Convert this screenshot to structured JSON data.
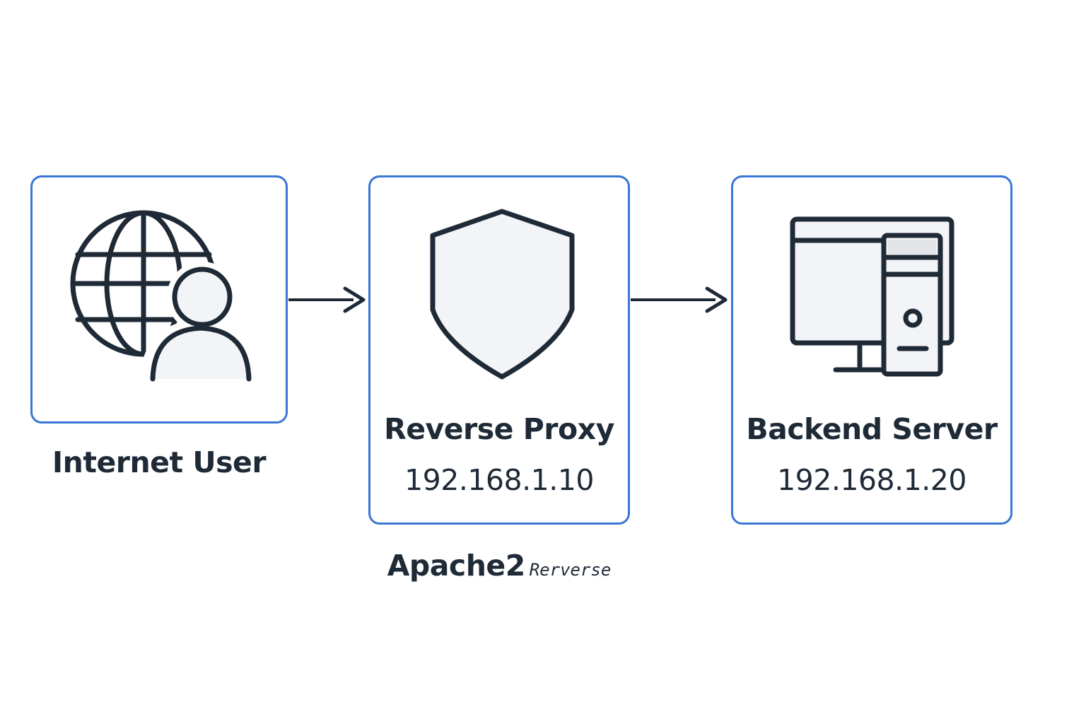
{
  "diagram": {
    "nodes": [
      {
        "id": "internet-user",
        "title": "Internet User",
        "icon": "globe-user-icon"
      },
      {
        "id": "reverse-proxy",
        "title": "Reverse Proxy",
        "ip": "192.168.1.10",
        "icon": "shield-icon"
      },
      {
        "id": "backend-server",
        "title": "Backend Server",
        "ip": "192.168.1.20",
        "icon": "desktop-server-icon"
      }
    ],
    "edges": [
      {
        "from": "internet-user",
        "to": "reverse-proxy"
      },
      {
        "from": "reverse-proxy",
        "to": "backend-server"
      }
    ],
    "footnote": {
      "main": "Apache2",
      "small": "Rerverse"
    }
  },
  "colors": {
    "box_border": "#3a76d6",
    "line": "#1f2a37",
    "icon_fill": "#f3f4f8",
    "icon_accent": "#e3e4e8",
    "text": "#1f2a37"
  }
}
